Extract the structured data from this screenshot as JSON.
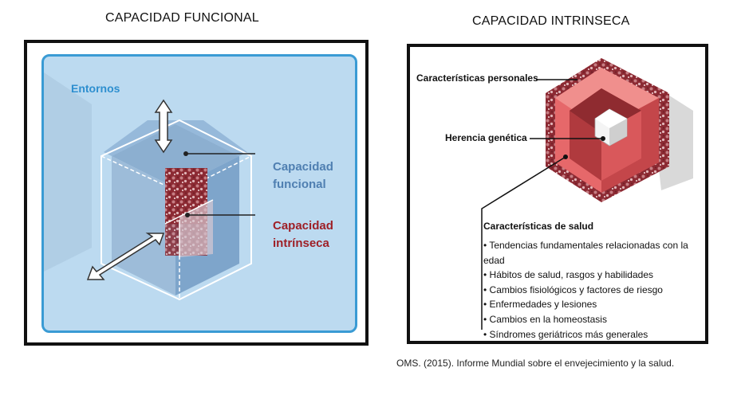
{
  "titles": {
    "left": "CAPACIDAD FUNCIONAL",
    "right": "CAPACIDAD INTRINSECA"
  },
  "left_diagram": {
    "environments_label": "Entornos",
    "functional_capacity_label": "Capacidad\nfuncional",
    "intrinsic_capacity_label": "Capacidad\nintrínseca",
    "colors": {
      "border": "#3a9bd4",
      "background": "#bcdaf0",
      "functional": "#4f7fb1",
      "intrinsic": "#9e1f26"
    }
  },
  "right_diagram": {
    "personal_characteristics_label": "Características personales",
    "genetic_inheritance_label": "Herencia genética",
    "health_characteristics_title": "Características de salud",
    "health_characteristics": [
      "Tendencias fundamentales relacionadas con la edad",
      "Hábitos de salud, rasgos y habilidades",
      "Cambios fisiológicos y factores de riesgo",
      "Enfermedades y lesiones",
      "Cambios en la homeostasis",
      "Síndromes geriátricos más generales"
    ],
    "colors": {
      "outer": "#a8343a",
      "middle": "#e2565a",
      "inner": "#b33b3f"
    }
  },
  "citation": "OMS. (2015). Informe Mundial sobre el envejecimiento y la salud."
}
